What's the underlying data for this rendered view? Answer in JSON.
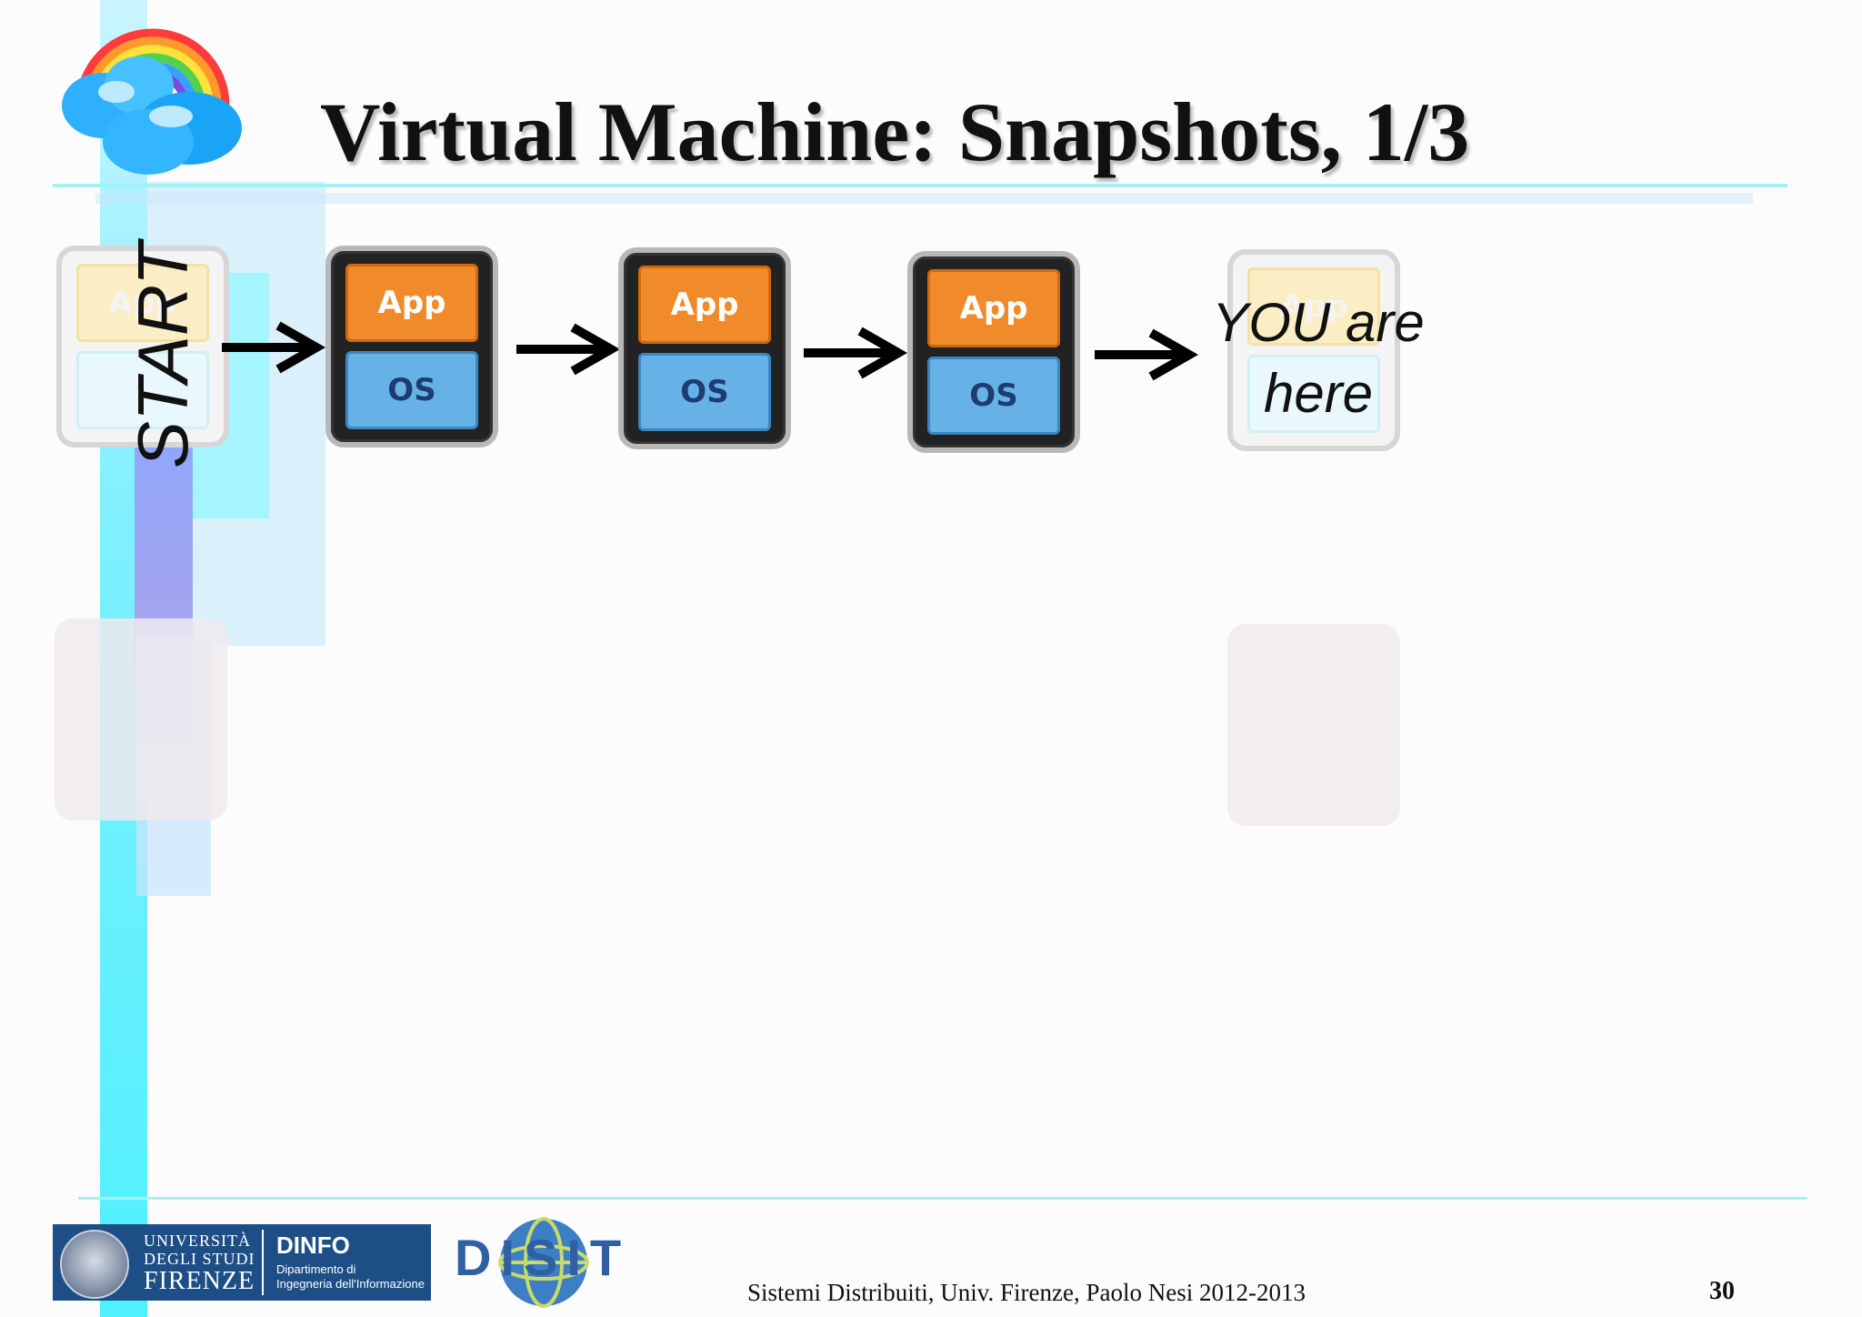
{
  "slide": {
    "title": "Virtual Machine: Snapshots, 1/3",
    "start_label": "START",
    "you_are_here_line1": "YOU are",
    "you_are_here_line2": "here",
    "vm_app_label": "App",
    "vm_os_label": "OS",
    "footer_text": "Sistemi Distribuiti, Univ. Firenze, Paolo Nesi 2012-2013",
    "page_number": "30"
  },
  "logos": {
    "unifi_line1": "UNIVERSITÀ",
    "unifi_line2": "DEGLI STUDI",
    "unifi_line3": "FIRENZE",
    "dinfo_title": "DINFO",
    "dinfo_sub1": "Dipartimento di",
    "dinfo_sub2": "Ingegneria dell'Informazione",
    "disit": "DISIT"
  },
  "colors": {
    "app": "#f08a2a",
    "os": "#66b2e6",
    "accent_bar": "#4ff0ff",
    "logo_blue": "#1d4f86"
  }
}
